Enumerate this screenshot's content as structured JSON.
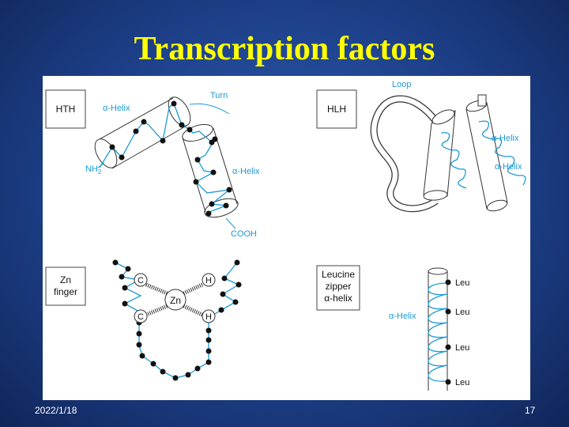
{
  "slide": {
    "title": "Transcription factors",
    "date": "2022/1/18",
    "page": "17"
  },
  "colors": {
    "accent_blue": "#1a9ad6",
    "title_yellow": "#ffff00"
  },
  "panels": {
    "hth": {
      "label": "HTH",
      "alpha_helix_1": "α-Helix",
      "alpha_helix_2": "α-Helix",
      "turn": "Turn",
      "nh2": "NH",
      "nh2_sub": "2",
      "cooh": "COOH"
    },
    "hlh": {
      "label": "HLH",
      "loop": "Loop",
      "alpha_helix_1": "α-Helix",
      "alpha_helix_2": "α-Helix"
    },
    "zn_finger": {
      "label_line1": "Zn",
      "label_line2": "finger",
      "zn": "Zn",
      "c1": "C",
      "c2": "C",
      "h1": "H",
      "h2": "H"
    },
    "leucine_zipper": {
      "label_line1": "Leucine",
      "label_line2": "zipper",
      "label_line3": "α-helix",
      "alpha_helix": "α-Helix",
      "leu1": "Leu",
      "leu2": "Leu",
      "leu3": "Leu",
      "leu4": "Leu"
    }
  }
}
